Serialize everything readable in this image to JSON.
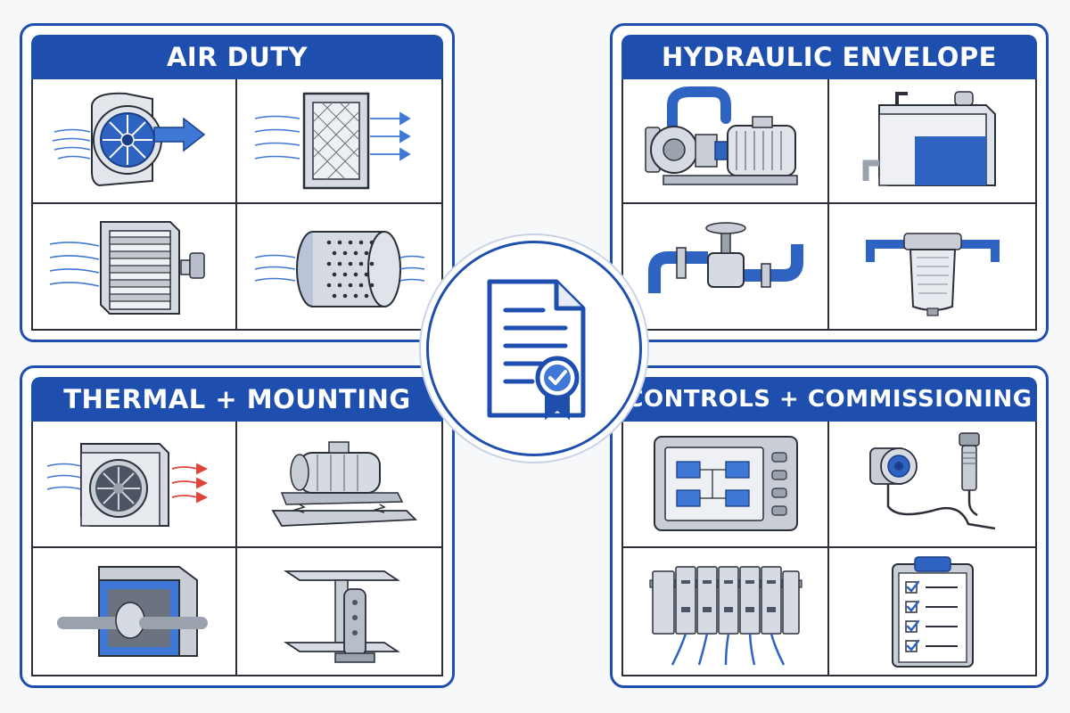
{
  "panels": {
    "air_duty": {
      "title": "AIR DUTY"
    },
    "hydraulic_envelope": {
      "title": "HYDRAULIC ENVELOPE"
    },
    "thermal_mounting": {
      "title": "THERMAL + MOUNTING"
    },
    "controls_commissioning": {
      "title": "CONTROLS + COMMISSIONING"
    }
  },
  "icons": {
    "air_duty": [
      "centrifugal-fan-icon",
      "air-filter-icon",
      "louvered-damper-icon",
      "perforated-silencer-icon"
    ],
    "hydraulic_envelope": [
      "centrifugal-pump-icon",
      "fluid-tank-icon",
      "pipe-valve-icon",
      "strainer-filter-icon"
    ],
    "thermal_mounting": [
      "condenser-unit-icon",
      "vibration-isolated-motor-icon",
      "insulated-duct-icon",
      "steel-beam-bracket-icon"
    ],
    "controls_commissioning": [
      "hmi-panel-icon",
      "sensor-probe-icon",
      "din-rail-modules-icon",
      "checklist-clipboard-icon"
    ],
    "center": "certified-document-icon"
  },
  "colors": {
    "brand_blue": "#1f4fae",
    "accent_blue": "#3f78d6",
    "metal_gray": "#c9ced6",
    "heat_red": "#e0423a"
  }
}
